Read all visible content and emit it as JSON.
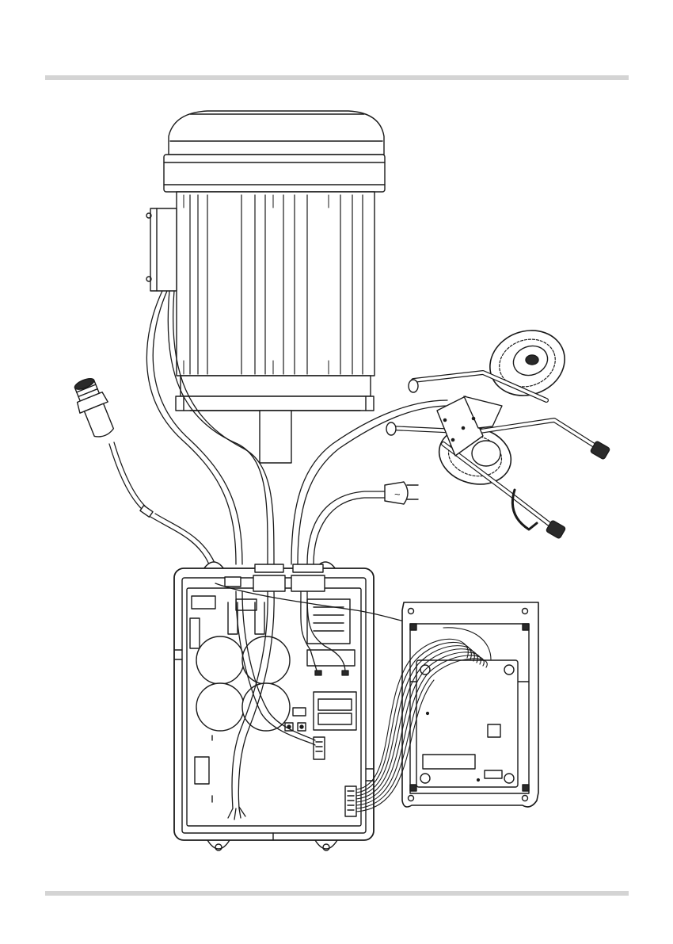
{
  "page": {
    "rule_color": "#d4d4d4",
    "line_color": "#1a1a1a",
    "fill_dark": "#2a2a2a"
  },
  "diagram": {
    "components": [
      "motor",
      "pressure-sensor",
      "trolley",
      "power-plug",
      "control-box",
      "control-board",
      "ribbon-cable"
    ],
    "plug_symbol": "~"
  }
}
